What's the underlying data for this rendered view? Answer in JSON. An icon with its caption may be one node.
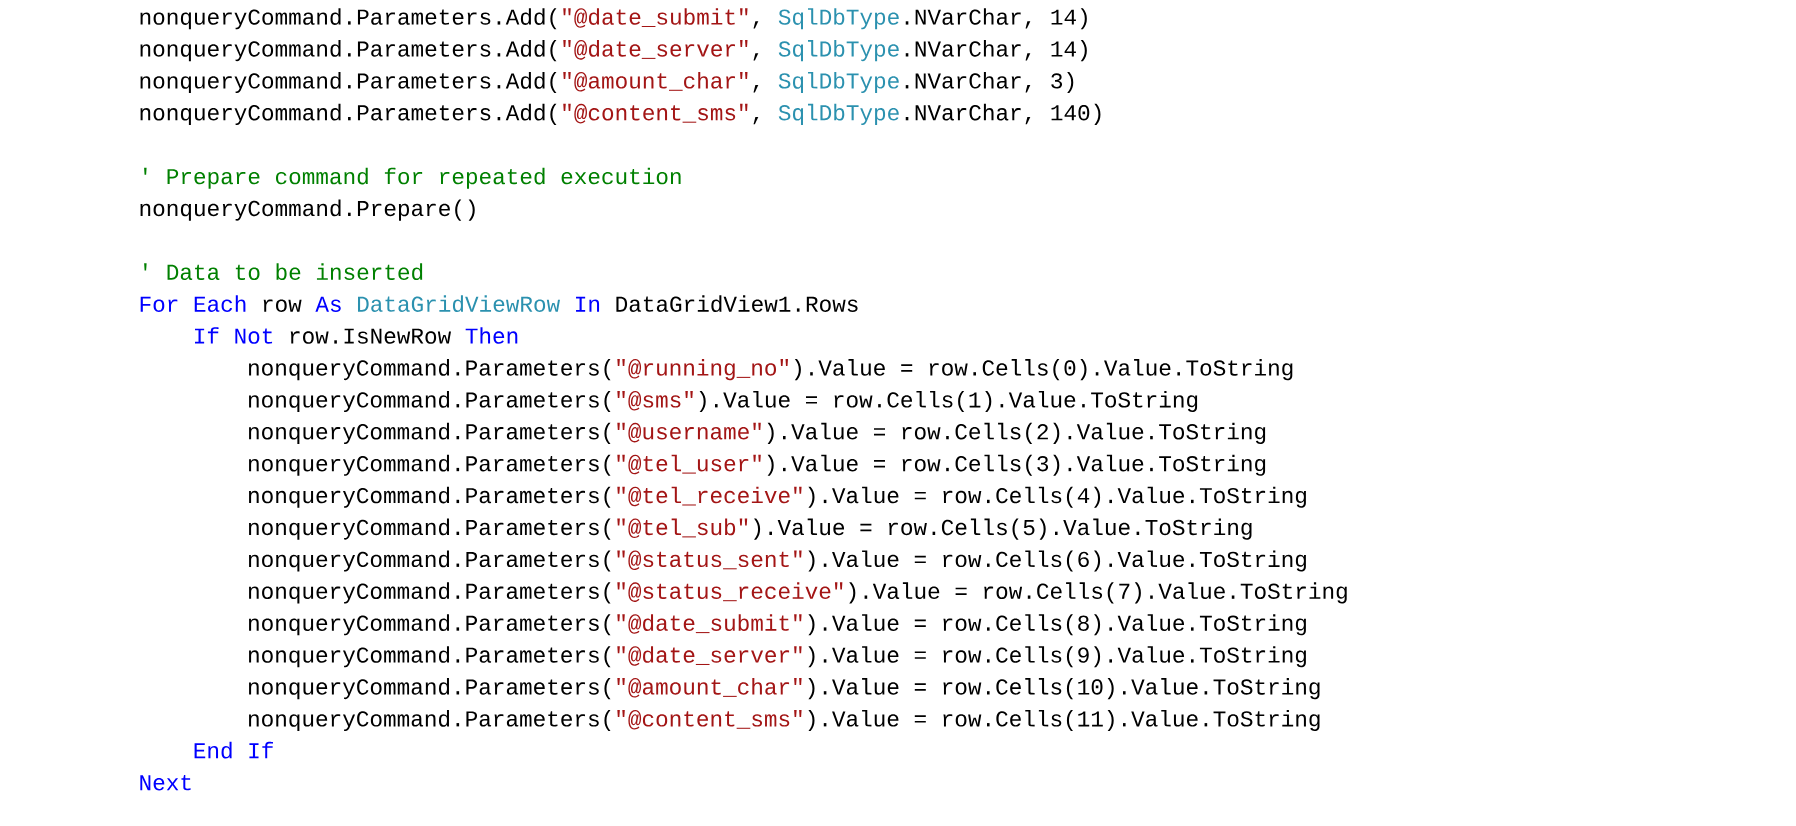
{
  "diagram": {
    "labels": [
      "nonqueryCommand.Parameters.Add(",
      "\"@date_submit\"",
      ", ",
      "SqlDbType",
      ".NVarChar, 14)",
      "nonqueryCommand.Parameters.Add(",
      "\"@date_server\"",
      ", ",
      "SqlDbType",
      ".NVarChar, 14)",
      "nonqueryCommand.Parameters.Add(",
      "\"@amount_char\"",
      ", ",
      "SqlDbType",
      ".NVarChar, 3)",
      "nonqueryCommand.Parameters.Add(",
      "\"@content_sms\"",
      ", ",
      "SqlDbType",
      ".NVarChar, 140)",
      "' Prepare command for repeated execution",
      "nonqueryCommand.Prepare()",
      "' Data to be inserted",
      "For Each",
      " row ",
      "As",
      " DataGridViewRow",
      " In",
      " DataGridView1.Rows",
      "If Not",
      " row.IsNewRow ",
      "Then",
      "nonqueryCommand.Parameters(",
      "\"@running_no\"",
      ").Value = row.Cells(0).Value.ToString",
      "nonqueryCommand.Parameters(",
      "\"@sms\"",
      ").Value = row.Cells(1).Value.ToString",
      "nonqueryCommand.Parameters(",
      "\"@username\"",
      ").Value = row.Cells(2).Value.ToString",
      "nonqueryCommand.Parameters(",
      "\"@tel_user\"",
      ").Value = row.Cells(3).Value.ToString",
      "nonqueryCommand.Parameters(",
      "\"@tel_receive\"",
      ").Value = row.Cells(4).Value.ToString",
      "nonqueryCommand.Parameters(",
      "\"@tel_sub\"",
      ").Value = row.Cells(5).Value.ToString",
      "nonqueryCommand.Parameters(",
      "\"@status_sent\"",
      ").Value = row.Cells(6).Value.ToString",
      "nonqueryCommand.Parameters(",
      "\"@status_receive\"",
      ").Value = row.Cells(7).Value.ToString",
      "nonqueryCommand.Parameters(",
      "\"@date_submit\"",
      ").Value = row.Cells(8).Value.ToString",
      "nonqueryCommand.Parameters(",
      "\"@date_server\"",
      ").Value = row.Cells(9).Value.ToString",
      "nonqueryCommand.Parameters(",
      "\"@amount_char\"",
      ").Value = row.Cells(10).Value.ToString",
      "nonqueryCommand.Parameters(",
      "\"@content_sms\"",
      ").Value = row.Cells(11).Value.ToString",
      "End If",
      "Next"
    ]
  }
}
